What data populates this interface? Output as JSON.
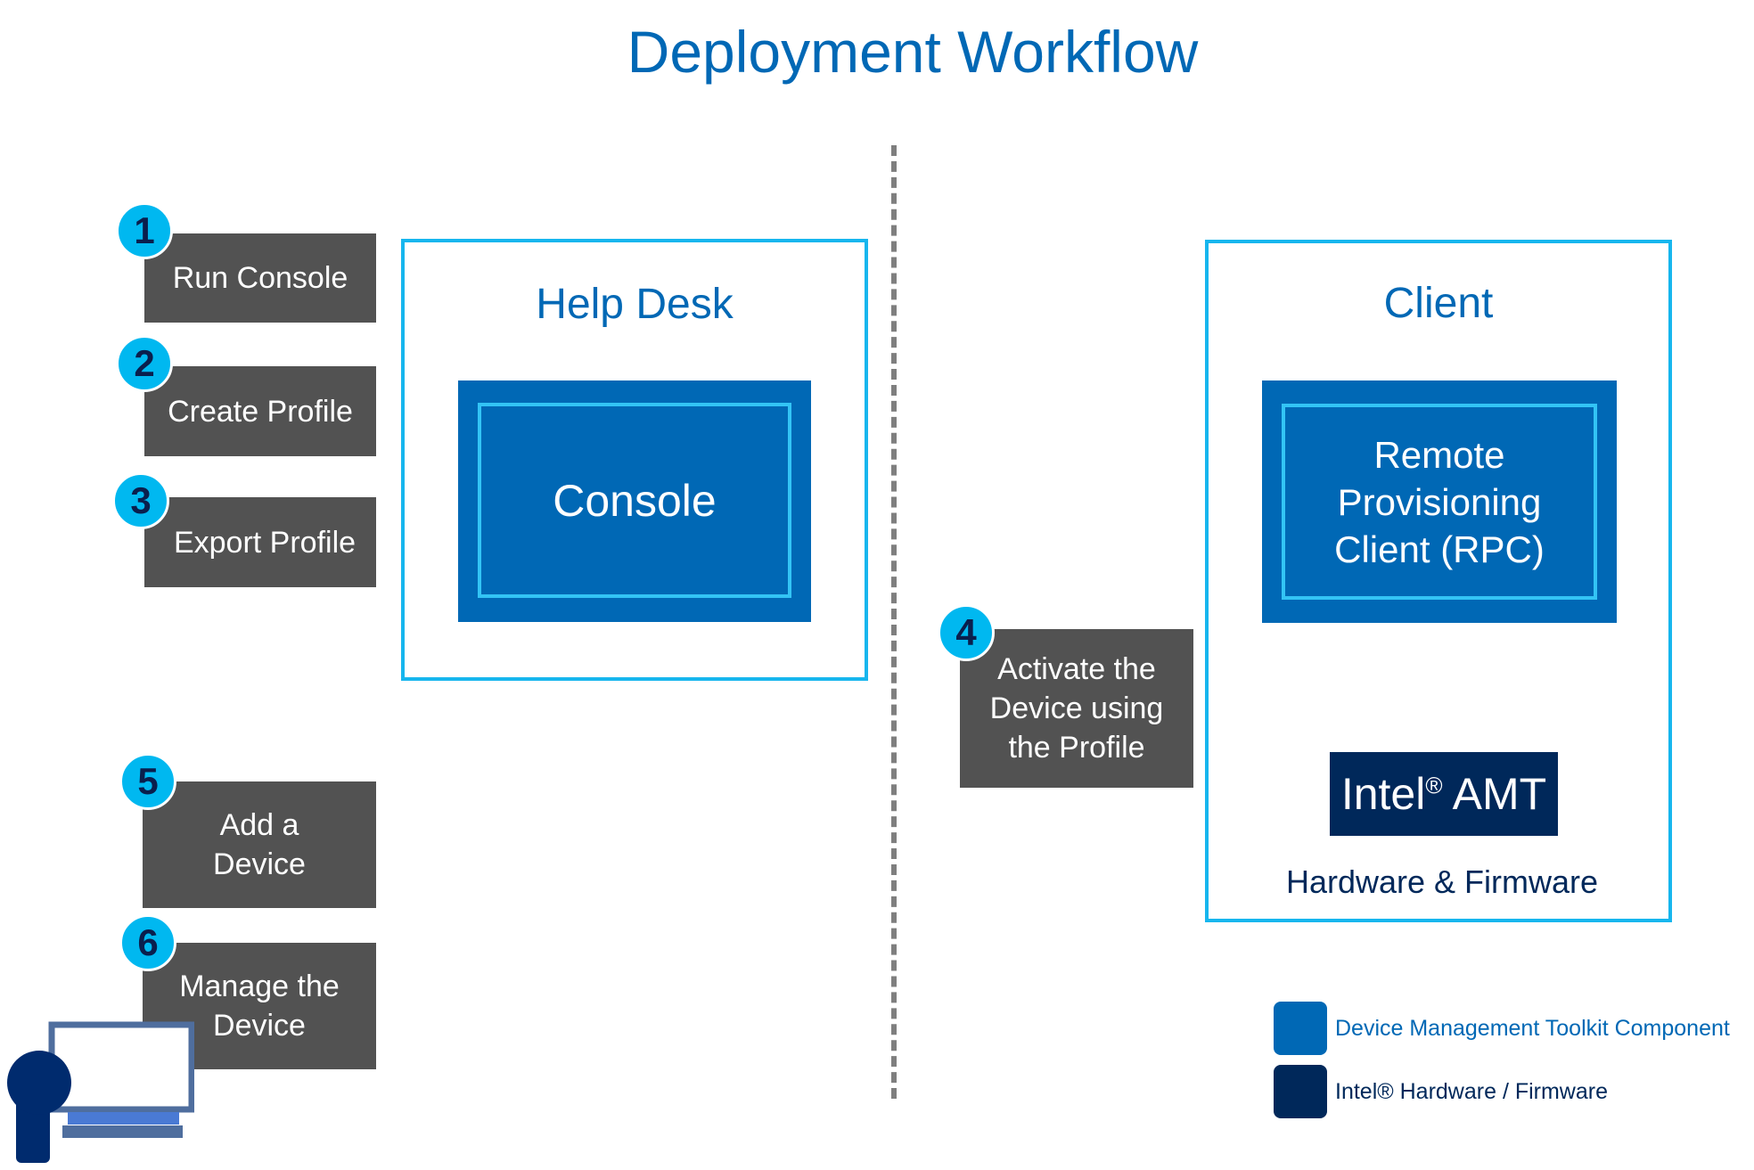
{
  "title": "Deployment Workflow",
  "steps": [
    {
      "number": "1",
      "label": "Run Console"
    },
    {
      "number": "2",
      "label": "Create Profile"
    },
    {
      "number": "3",
      "label": "Export Profile"
    },
    {
      "number": "4",
      "label": "Activate the\nDevice using\nthe Profile"
    },
    {
      "number": "5",
      "label": "Add a\nDevice"
    },
    {
      "number": "6",
      "label": "Manage the\nDevice"
    }
  ],
  "help_desk": {
    "title": "Help Desk",
    "component": "Console"
  },
  "client": {
    "title": "Client",
    "component": "Remote\nProvisioning\nClient (RPC)",
    "amt_label": "Intel",
    "amt_mark": "®",
    "amt_suffix": " AMT",
    "hardware_label": "Hardware & Firmware"
  },
  "legend": [
    {
      "label": "Device Management Toolkit Component",
      "color": "#0068b5"
    },
    {
      "label": "Intel® Hardware / Firmware",
      "color": "#00285a"
    }
  ],
  "colors": {
    "accent_blue": "#0068b5",
    "badge_cyan": "#00b8f0",
    "panel_border": "#17b6ee",
    "step_gray": "#525252",
    "dark_navy": "#00285a"
  },
  "icons": [
    "user-with-laptop-icon"
  ]
}
